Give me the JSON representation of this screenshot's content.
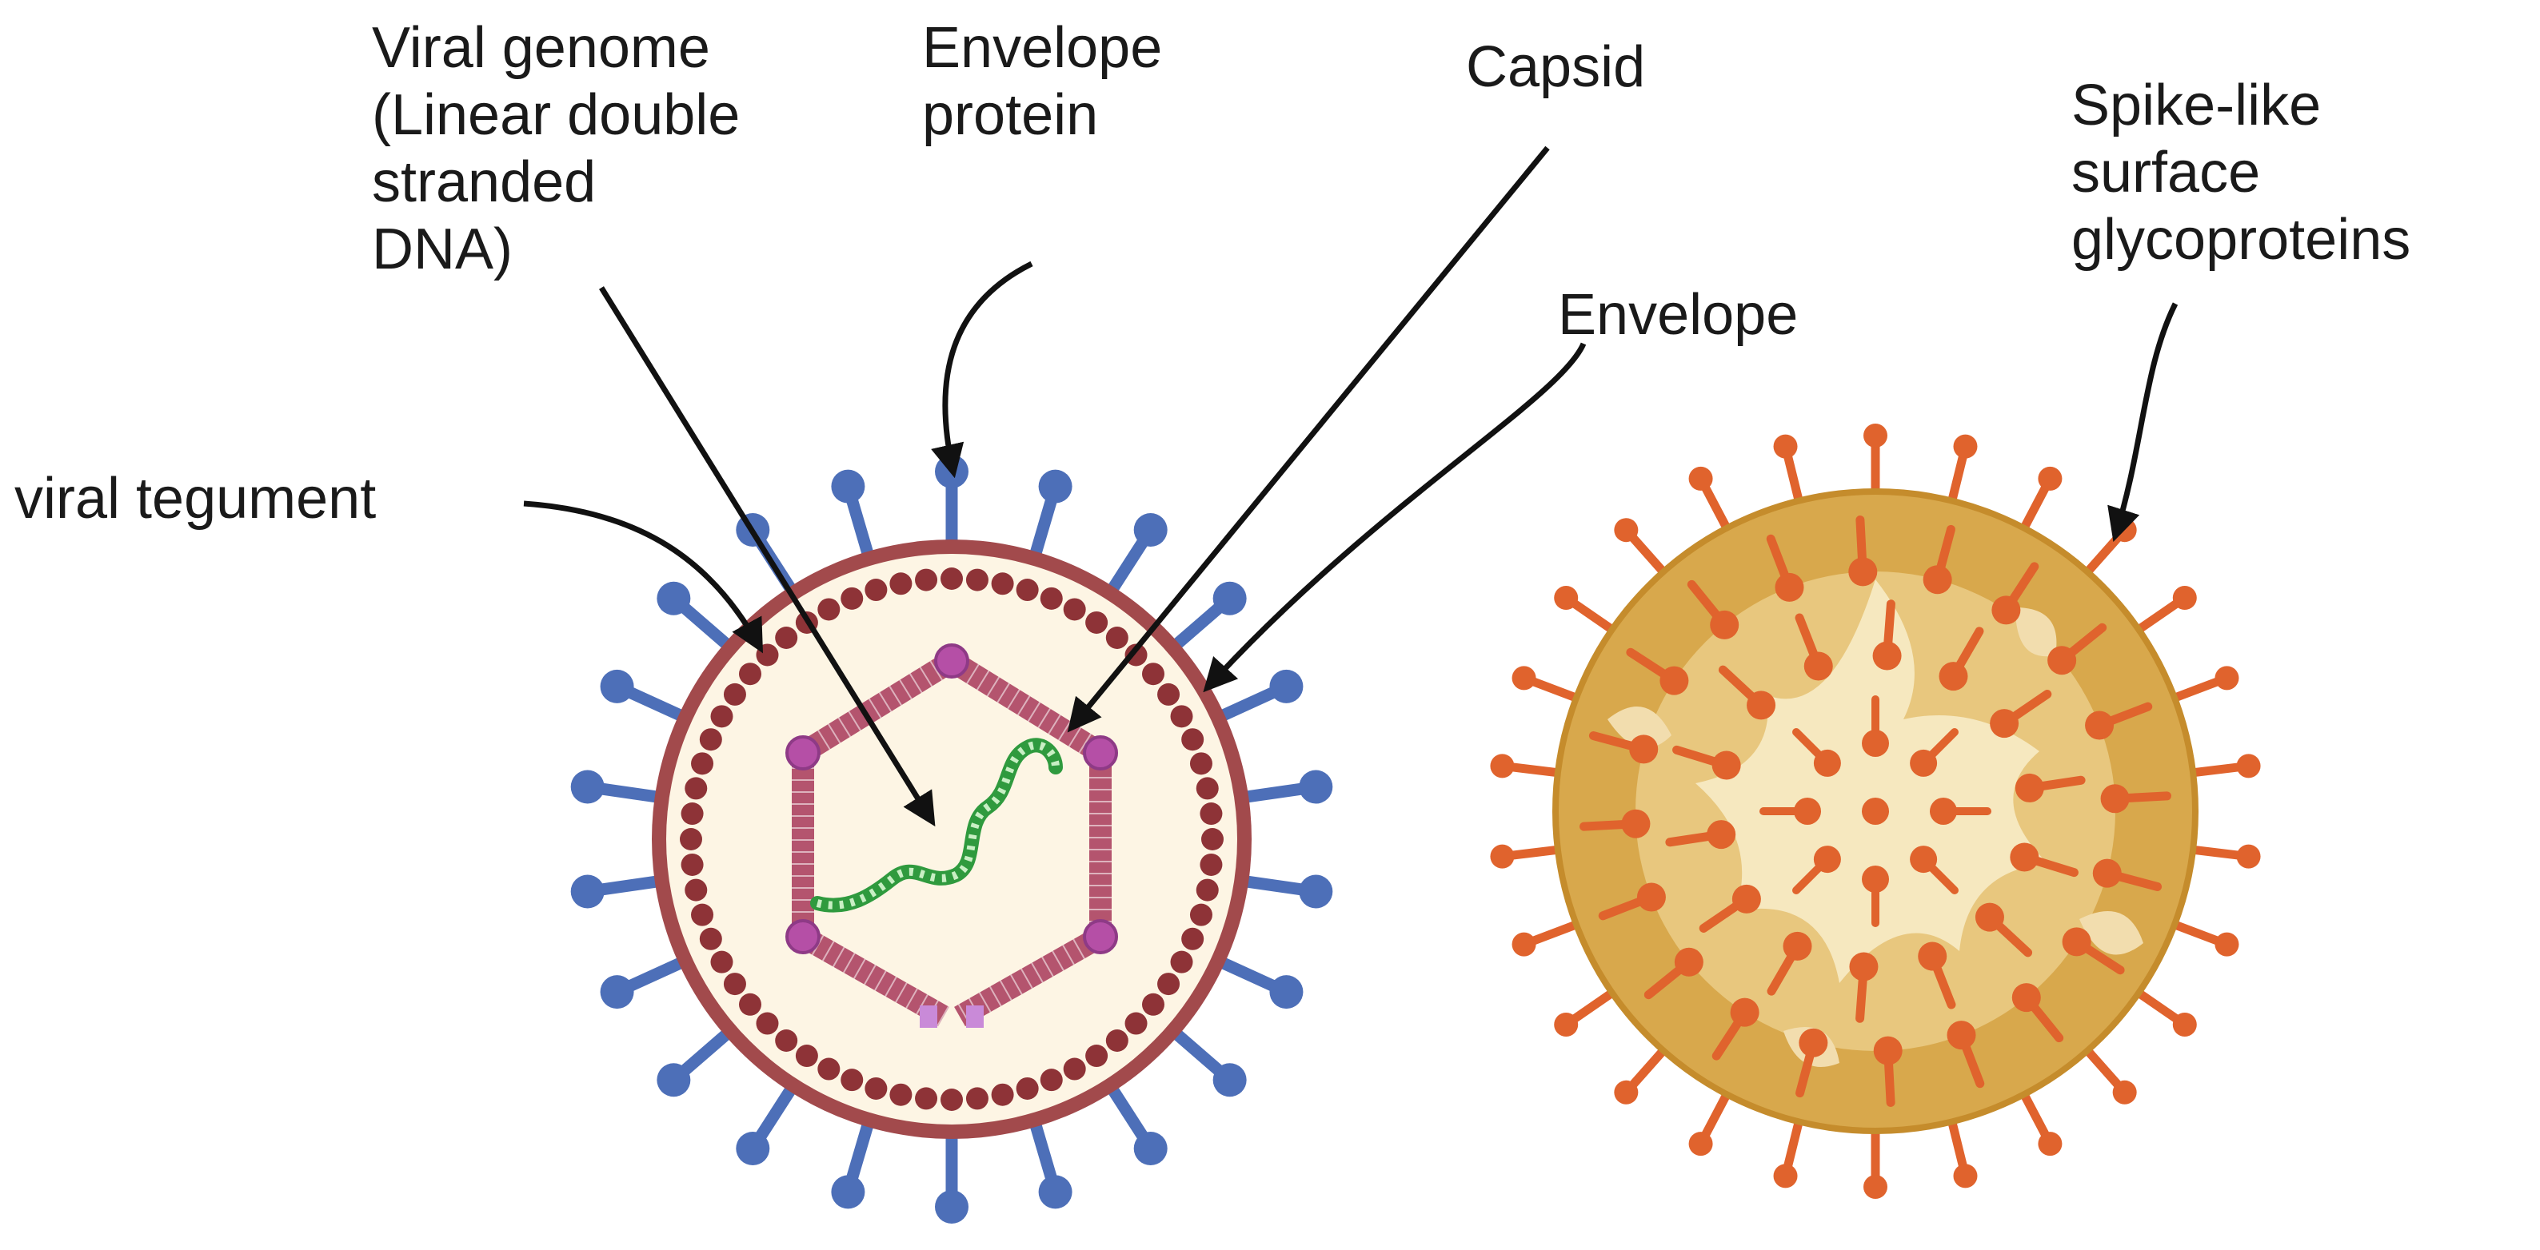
{
  "labels": {
    "viral_genome": "Viral genome\n(Linear double\nstranded\nDNA)",
    "envelope_protein": "Envelope\nprotein",
    "capsid": "Capsid",
    "spike_glycoproteins": "Spike-like\nsurface\nglycoproteins",
    "envelope": "Envelope",
    "viral_tegument": "viral tegument"
  },
  "colors": {
    "envelope_membrane": "#a24a4c",
    "tegument_dots": "#8e3337",
    "interior": "#fdf5e4",
    "envelope_spikes": "#4d6fb8",
    "capsid_edge": "#b4546e",
    "capsid_vertex": "#b54fa6",
    "genome": "#2f9a3e",
    "surface_base": "#d8a84c",
    "surface_light": "#f6e8bf",
    "surface_spikes": "#e0632d",
    "arrows": "#111111"
  }
}
